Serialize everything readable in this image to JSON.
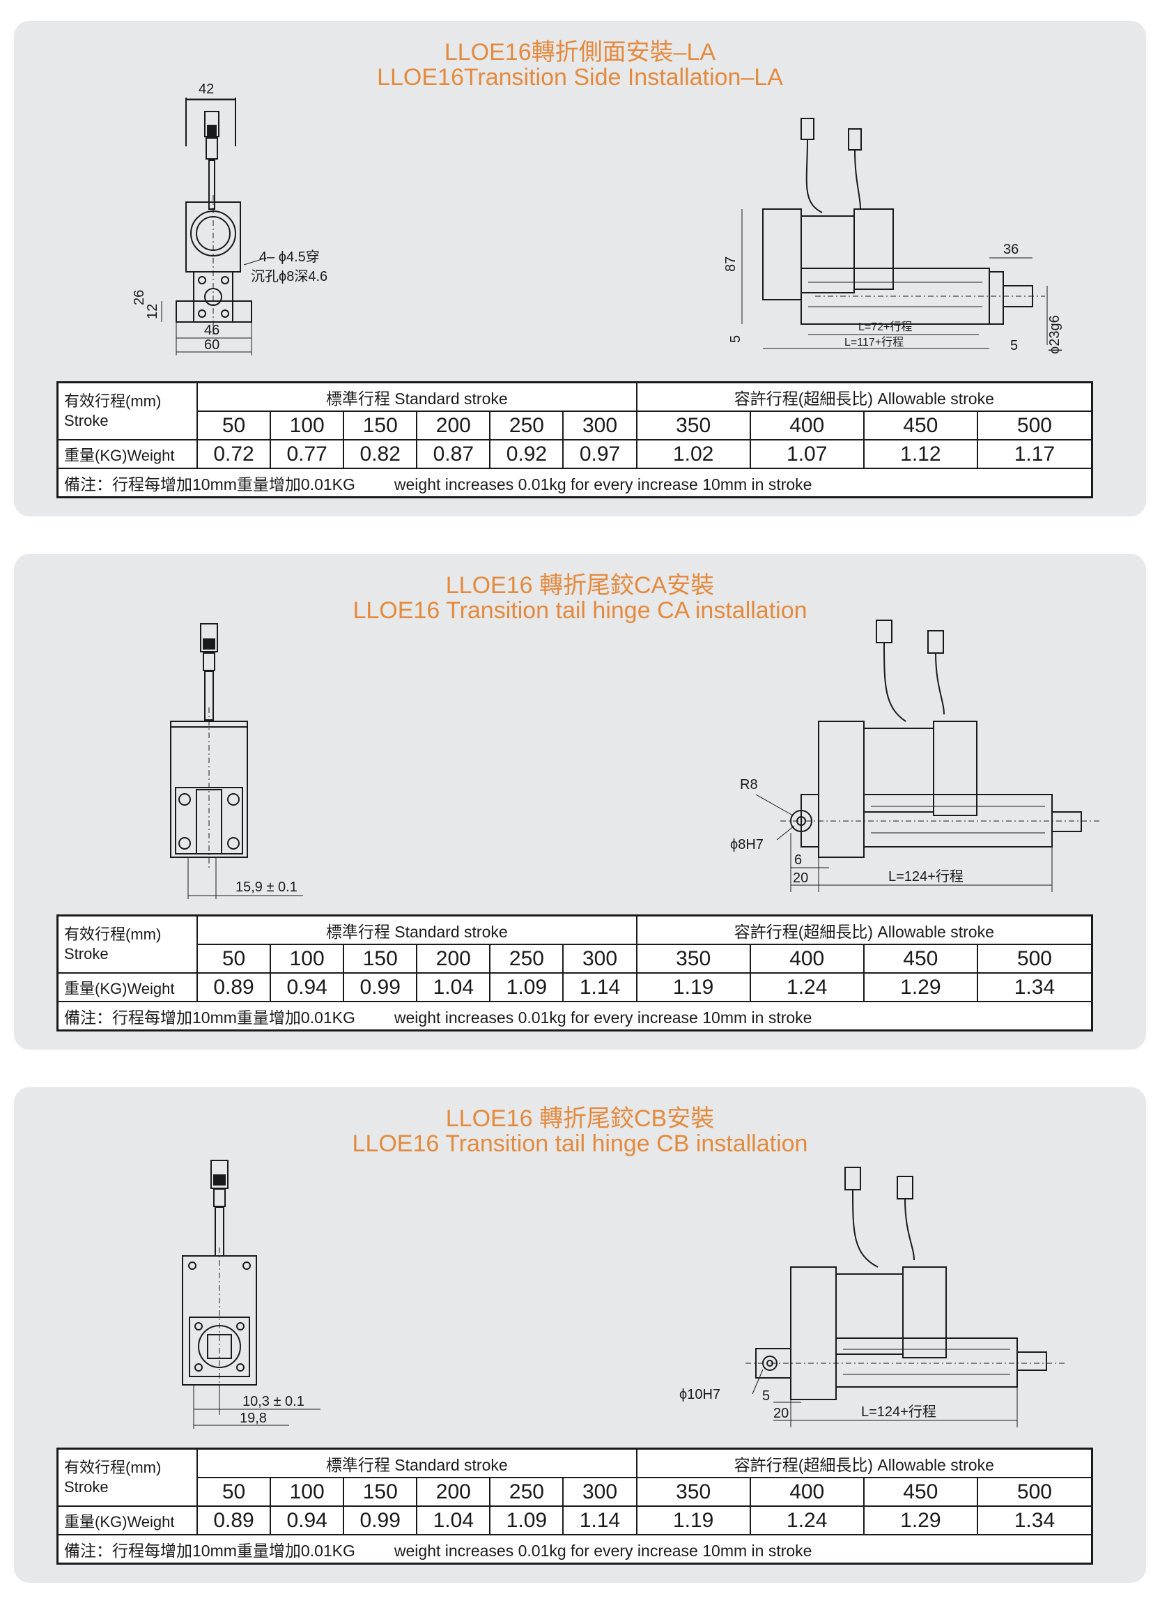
{
  "sections": [
    {
      "title_cn": "LLOE16轉折側面安裝–LA",
      "title_en": "LLOE16Transition Side Installation–LA",
      "dims": {
        "width_top": "42",
        "hole_spec_1": "4– ϕ4.5穿",
        "hole_spec_2": "沉孔ϕ8深4.6",
        "h26": "26",
        "h12": "12",
        "w46": "46",
        "w60": "60",
        "h87": "87",
        "h5": "5",
        "w36": "36",
        "len1": "L=72+行程",
        "len2": "L=117+行程",
        "w5": "5",
        "dia": "ϕ23g6"
      },
      "table": {
        "label_stroke_cn": "有效行程(mm)",
        "label_stroke_en": "Stroke",
        "std_header": "標準行程   Standard stroke",
        "allow_header": "容許行程(超細長比)    Allowable stroke",
        "label_weight": "重量(KG)Weight",
        "strokes": [
          "50",
          "100",
          "150",
          "200",
          "250",
          "300",
          "350",
          "400",
          "450",
          "500"
        ],
        "weights": [
          "0.72",
          "0.77",
          "0.82",
          "0.87",
          "0.92",
          "0.97",
          "1.02",
          "1.07",
          "1.12",
          "1.17"
        ],
        "note_cn": "備注：行程每增加10mm重量增加0.01KG",
        "note_en": "weight increases 0.01kg for every increase 10mm in stroke"
      }
    },
    {
      "title_cn": "LLOE16 轉折尾鉸CA安裝",
      "title_en": "LLOE16 Transition tail hinge CA installation",
      "dims": {
        "r8": "R8",
        "hole": "ϕ8H7",
        "d6": "6",
        "d20": "20",
        "len": "L=124+行程",
        "offset": "15,9 ± 0.1"
      },
      "table": {
        "label_stroke_cn": "有效行程(mm)",
        "label_stroke_en": "Stroke",
        "std_header": "標準行程   Standard stroke",
        "allow_header": "容許行程(超細長比)    Allowable stroke",
        "label_weight": "重量(KG)Weight",
        "strokes": [
          "50",
          "100",
          "150",
          "200",
          "250",
          "300",
          "350",
          "400",
          "450",
          "500"
        ],
        "weights": [
          "0.89",
          "0.94",
          "0.99",
          "1.04",
          "1.09",
          "1.14",
          "1.19",
          "1.24",
          "1.29",
          "1.34"
        ],
        "note_cn": "備注：行程每增加10mm重量增加0.01KG",
        "note_en": "weight increases 0.01kg for every increase 10mm in stroke"
      }
    },
    {
      "title_cn": "LLOE16 轉折尾鉸CB安裝",
      "title_en": "LLOE16 Transition tail hinge CB installation",
      "dims": {
        "hole": "ϕ10H7",
        "d5": "5",
        "d20": "20",
        "len": "L=124+行程",
        "offset": "10,3 ± 0.1",
        "w198": "19,8"
      },
      "table": {
        "label_stroke_cn": "有效行程(mm)",
        "label_stroke_en": "Stroke",
        "std_header": "標準行程   Standard stroke",
        "allow_header": "容許行程(超細長比)    Allowable stroke",
        "label_weight": "重量(KG)Weight",
        "strokes": [
          "50",
          "100",
          "150",
          "200",
          "250",
          "300",
          "350",
          "400",
          "450",
          "500"
        ],
        "weights": [
          "0.89",
          "0.94",
          "0.99",
          "1.04",
          "1.09",
          "1.14",
          "1.19",
          "1.24",
          "1.29",
          "1.34"
        ],
        "note_cn": "備注：行程每增加10mm重量增加0.01KG",
        "note_en": "weight increases 0.01kg for every increase 10mm in stroke"
      }
    }
  ]
}
